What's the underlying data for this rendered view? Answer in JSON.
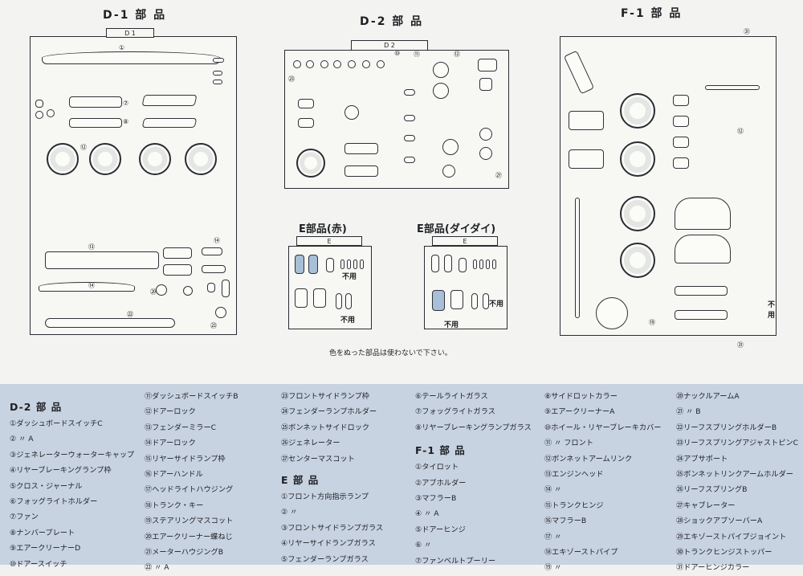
{
  "titles": {
    "d1": "D-1 部 品",
    "d2": "D-2 部 品",
    "f1": "F-1 部 品",
    "e_red": "E部品(赤)",
    "e_orange": "E部品(ダイダイ)"
  },
  "tabs": {
    "d1": "D 1",
    "d2": "D 2",
    "e_red": "E",
    "e_orange": "E"
  },
  "unused_label": "不用",
  "note": "色をぬった部品は使わないで下さい。",
  "legend": {
    "col1": {
      "heading": "D-2 部 品",
      "items": [
        "①ダッシュボードスイッチC",
        "② 〃 A",
        "③ジェネレーターウォーターキャップ",
        "④リヤーブレーキングランプ枠",
        "⑤クロス・ジャーナル",
        "⑥フォッグライトホルダー",
        "⑦ファン",
        "⑧ナンバープレート",
        "⑨エアークリーナーD",
        "⑩ドアースイッチ"
      ]
    },
    "col2": {
      "items": [
        "⑪ダッシュボードスイッチB",
        "⑫ドアーロック",
        "⑬フェンダーミラーC",
        "⑭ドアーロック",
        "⑮リヤーサイドランプ枠",
        "⑯ドアーハンドル",
        "⑰ヘッドライトハウジング",
        "⑱トランク・キー",
        "⑲ステアリングマスコット",
        "⑳エアークリーナー蝶ねじ",
        "㉑メーターハウジングB",
        "㉒ 〃 A"
      ]
    },
    "col3": {
      "items": [
        "㉓フロントサイドランプ枠",
        "㉔フェンダーランプホルダー",
        "㉕ボンネットサイドロック",
        "㉖ジェネレーター",
        "㉗センターマスコット"
      ],
      "heading": "E 部 品",
      "items2": [
        "①フロント方向指示ランプ",
        "② 〃",
        "③フロントサイドランプガラス",
        "④リヤーサイドランプガラス",
        "⑤フェンダーランプガラス"
      ]
    },
    "col4": {
      "items": [
        "⑥テールライトガラス",
        "⑦フォッグライトガラス",
        "⑧リヤーブレーキングランプガラス"
      ],
      "heading": "F-1 部 品",
      "items2": [
        "①タイロット",
        "②アブホルダー",
        "③マフラーB",
        "④ 〃 A",
        "⑤ドアーヒンジ",
        "⑥ 〃",
        "⑦ファンベルトプーリー"
      ]
    },
    "col5": {
      "items": [
        "⑧サイドロットカラー",
        "⑨エアークリーナーA",
        "⑩ホイール・リヤーブレーキカバー",
        "⑪ 〃 フロント",
        "⑫ボンネットアームリンク",
        "⑬エンジンヘッド",
        "⑭ 〃",
        "⑮トランクヒンジ",
        "⑯マフラーB",
        "⑰ 〃",
        "⑱エキゾーストパイプ",
        "⑲ 〃"
      ]
    },
    "col6": {
      "items": [
        "⑳ナックルアームA",
        "㉑ 〃 B",
        "㉒リーフスプリングホルダーB",
        "㉓リーフスプリングアジャストピンC",
        "㉔アブサポート",
        "㉕ボンネットリンクアームホルダー",
        "㉖リーフスプリングB",
        "㉗キャブレーター",
        "㉘ショックアブソーバーA",
        "㉙エキゾーストパイプジョイント",
        "㉚トランクヒンジストッパー",
        "㉛ドアーヒンジカラー"
      ]
    }
  }
}
